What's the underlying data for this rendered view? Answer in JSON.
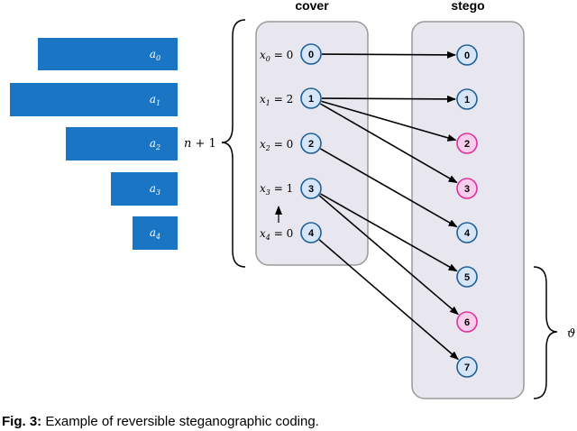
{
  "columns": {
    "cover_title": "cover",
    "stego_title": "stego"
  },
  "bars": [
    {
      "base": "a",
      "sub": "0"
    },
    {
      "base": "a",
      "sub": "1"
    },
    {
      "base": "a",
      "sub": "2"
    },
    {
      "base": "a",
      "sub": "3"
    },
    {
      "base": "a",
      "sub": "4"
    }
  ],
  "cover_nodes": [
    {
      "label": "0",
      "var": "x",
      "var_sub": "0",
      "value": "0"
    },
    {
      "label": "1",
      "var": "x",
      "var_sub": "1",
      "value": "2"
    },
    {
      "label": "2",
      "var": "x",
      "var_sub": "2",
      "value": "0"
    },
    {
      "label": "3",
      "var": "x",
      "var_sub": "3",
      "value": "1"
    },
    {
      "label": "4",
      "var": "x",
      "var_sub": "4",
      "value": "0"
    }
  ],
  "stego_nodes": [
    {
      "label": "0",
      "highlight": false
    },
    {
      "label": "1",
      "highlight": false
    },
    {
      "label": "2",
      "highlight": true
    },
    {
      "label": "3",
      "highlight": true
    },
    {
      "label": "4",
      "highlight": false
    },
    {
      "label": "5",
      "highlight": false
    },
    {
      "label": "6",
      "highlight": true
    },
    {
      "label": "7",
      "highlight": false
    }
  ],
  "edges": [
    {
      "from": 0,
      "to": 0
    },
    {
      "from": 1,
      "to": 1
    },
    {
      "from": 1,
      "to": 2
    },
    {
      "from": 1,
      "to": 3
    },
    {
      "from": 2,
      "to": 4
    },
    {
      "from": 3,
      "to": 5
    },
    {
      "from": 3,
      "to": 6
    },
    {
      "from": 4,
      "to": 7
    }
  ],
  "brace_label": {
    "base": "n",
    "rest": " + 1"
  },
  "theta_label": "ϑ",
  "caption": {
    "prefix": "Fig. 3:",
    "text": "Example of reversible steganographic coding."
  },
  "colors": {
    "bar": "#1a75c4",
    "node_fill": "#d6e6f8",
    "node_stroke": "#1f5f99",
    "highlight_fill": "#f8cdeb",
    "highlight_stroke": "#e0309a",
    "panel_fill": "#e8e6ef",
    "panel_stroke": "#999999"
  }
}
